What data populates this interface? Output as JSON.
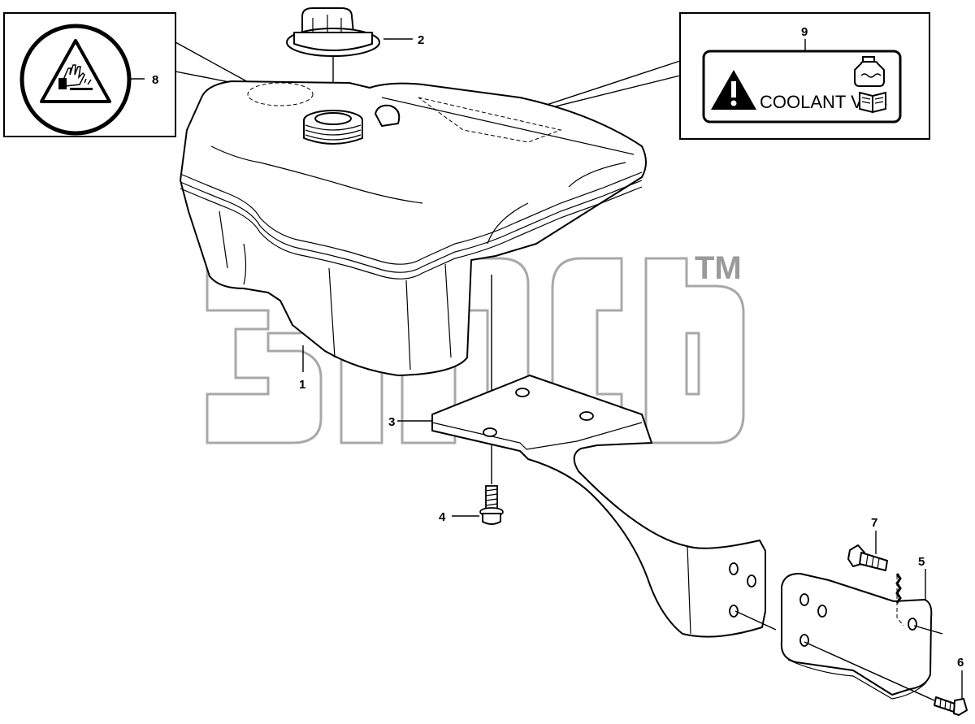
{
  "figure_code": "",
  "callouts": {
    "c1": "1",
    "c2": "2",
    "c3": "3",
    "c4": "4",
    "c5": "5",
    "c6": "6",
    "c7": "7",
    "c8": "8",
    "c9": "9"
  },
  "decal": {
    "text": "COOLANT VCS",
    "icons": [
      "warning-triangle-icon",
      "coolant-tank-icon",
      "manual-book-icon"
    ]
  },
  "warning_decal": {
    "icon": "hand-hazard-icon"
  },
  "watermark": {
    "trademark": "TM"
  }
}
